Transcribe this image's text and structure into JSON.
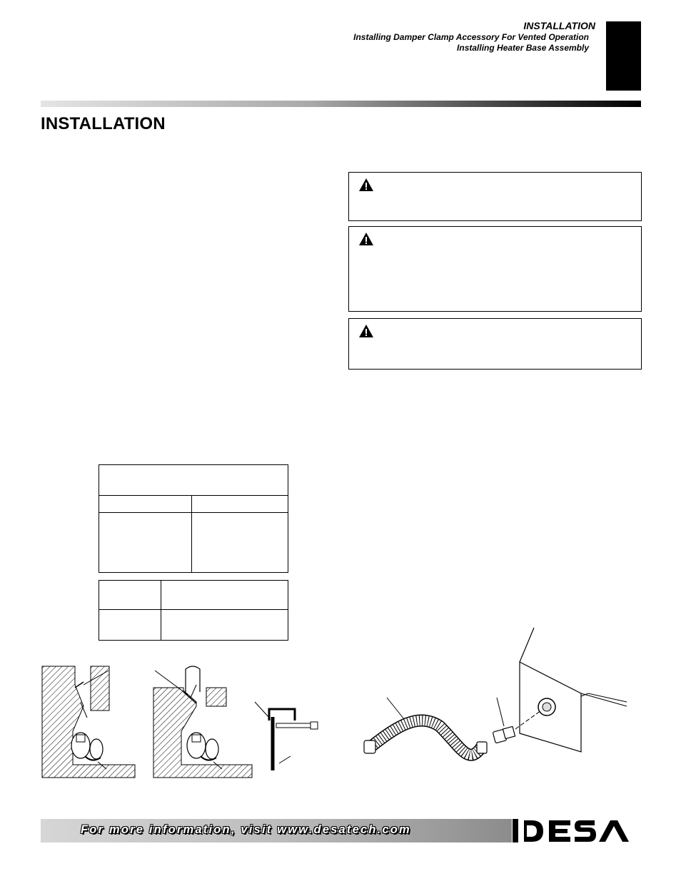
{
  "header": {
    "section_title": "INSTALLATION",
    "subtitle_1": "Installing Damper Clamp Accessory For Vented Operation",
    "subtitle_2": "Installing Heater Base Assembly"
  },
  "page_title": "INSTALLATION",
  "footer": {
    "text": "For more information, visit www.desatech.com",
    "logo_name": "desa-logo"
  },
  "colors": {
    "tab": "#000000",
    "footer_bar": "#bdbdbd",
    "footer_text": "#ffffff"
  }
}
